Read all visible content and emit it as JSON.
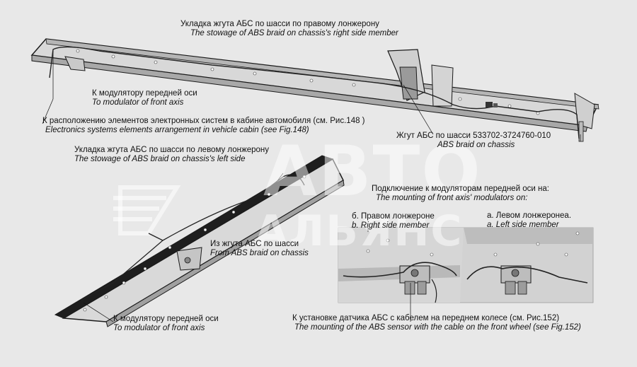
{
  "labels": {
    "right_stowage": {
      "ru": "Укладка жгута АБС по шасси по правому лонжерону",
      "en": "The stowage of ABS braid on chassis's right side member"
    },
    "to_modulator_top": {
      "ru": "К модулятору передней оси",
      "en": "To modulator of front axis"
    },
    "electronics": {
      "ru": "К расположению элементов электронных систем в кабине автомобиля (см. Рис.148 )",
      "en": "Electronics systems elements arrangement in vehicle cabin (see Fig.148)"
    },
    "harness": {
      "ru": "Жгут АБС по шасси 533702-3724760-010",
      "en": "ABS braid on chassis"
    },
    "left_stowage": {
      "ru": "Укладка жгута АБС по шасси по левому лонжерону",
      "en": "The stowage of ABS braid on chassis's left side"
    },
    "connection": {
      "ru": "Подключение к модуляторам передней оси на:",
      "en": "The mounting of front axis' modulators on:"
    },
    "right_member": {
      "ru": "б. Правом лонжероне",
      "en": "b. Right side member"
    },
    "left_member": {
      "ru": "а. Левом лонжеронеа.",
      "en": "a. Left side member"
    },
    "from_braid": {
      "ru": "Из жгута АБС по шасси",
      "en": "From ABS braid on chassis"
    },
    "to_modulator_bottom": {
      "ru": "К модулятору передней оси",
      "en": "To modulator of front axis"
    },
    "sensor": {
      "ru": "К установке датчика АБС с кабелем на переднем колесе (см. Рис.152)",
      "en": "The mounting of the  ABS sensor with the cable on the front wheel (see Fig.152)"
    }
  },
  "watermark": {
    "top": "АВТО",
    "bottom": "АЛЬЯНС"
  },
  "colors": {
    "frame": "#dcdcdc",
    "frame_dark": "#1a1a1a",
    "cable": "#222222",
    "background": "#e8e8e8"
  }
}
